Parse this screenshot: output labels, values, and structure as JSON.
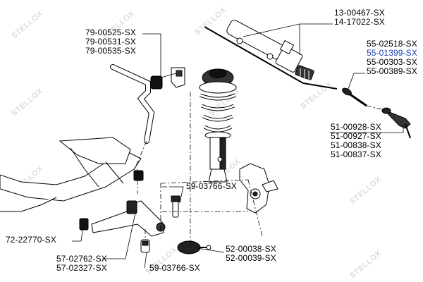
{
  "watermark": "STELLOX",
  "labels": {
    "steering_rack": [
      "13-00467-SX",
      "14-17022-SX"
    ],
    "stabilizer_bushing": [
      "79-00525-SX",
      "79-00531-SX",
      "79-00535-SX"
    ],
    "inner_tie_rod": [
      "55-02518-SX",
      "55-01399-SX",
      "55-00303-SX",
      "55-00389-SX"
    ],
    "outer_tie_rod": [
      "51-00928-SX",
      "51-00927-SX",
      "51-00838-SX",
      "51-00837-SX"
    ],
    "stabilizer_link": "59-03766-SX",
    "subframe_bushing": "72-22770-SX",
    "control_arm": [
      "57-02762-SX",
      "57-02327-SX"
    ],
    "arm_bushing": "59-03766-SX",
    "ball_joint": [
      "52-00038-SX",
      "52-00039-SX"
    ]
  },
  "colors": {
    "highlight": "#1a3fb0",
    "line": "#000000",
    "watermark": "#d8d8d8"
  }
}
